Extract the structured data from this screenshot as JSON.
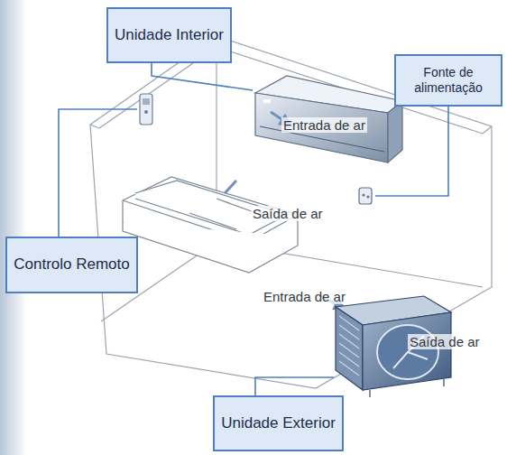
{
  "diagram": {
    "nodes": [
      {
        "text": [
          "Unidade Interior"
        ]
      },
      {
        "text": [
          "Fonte de alimentação"
        ]
      },
      {
        "text": [
          "Controlo Remoto"
        ]
      },
      {
        "text": [
          "Unidade Exterior"
        ]
      }
    ],
    "labels": [
      "Entrada de ar",
      "Saída de ar",
      "Entrada de ar",
      "Saída de ar"
    ]
  }
}
